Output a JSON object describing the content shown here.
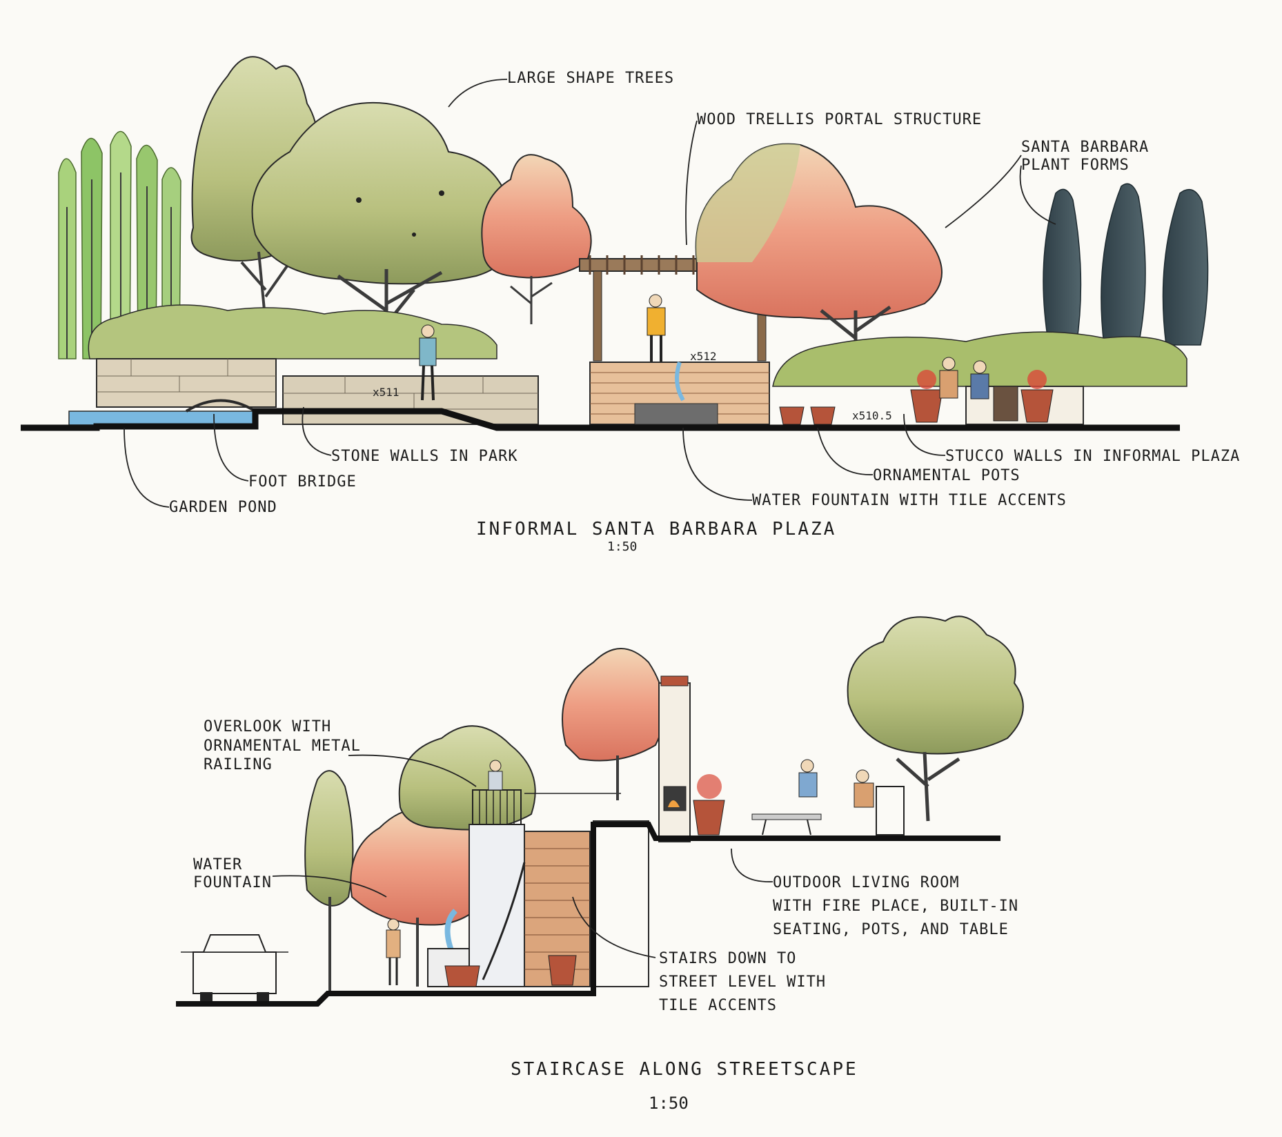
{
  "plaza": {
    "title": "Informal Santa Barbara Plaza",
    "scale": "1:50",
    "elevations": {
      "upper": "x512",
      "lower": "x511",
      "plaza": "x510.5"
    },
    "labels": {
      "large_shade_trees": "Large Shape Trees",
      "wood_trellis": "Wood Trellis Portal Structure",
      "santa_barbara_plants_1": "Santa Barbara",
      "santa_barbara_plants_2": "Plant Forms",
      "stone_walls": "Stone Walls in Park",
      "foot_bridge": "Foot Bridge",
      "garden_pond": "Garden Pond",
      "stucco_walls": "Stucco Walls in Informal Plaza",
      "ornamental_pots": "Ornamental Pots",
      "water_fountain": "Water Fountain with Tile Accents"
    }
  },
  "staircase": {
    "title": "Staircase Along Streetscape",
    "scale": "1:50",
    "labels": {
      "overlook": "Overlook with Ornamental Metal Railing",
      "water_fountain_1": "Water",
      "water_fountain_2": "Fountain",
      "outdoor_room_1": "Outdoor Living Room",
      "outdoor_room_2": "with Fire Place, Built-in",
      "outdoor_room_3": "Seating, Pots, and Table",
      "stairs_1": "Stairs Down to",
      "stairs_2": "Street Level with",
      "stairs_3": "Tile Accents"
    }
  },
  "colors": {
    "ink": "#1c1c1c",
    "foliage_green": "#b9c17e",
    "foliage_dark": "#7f8f55",
    "autumn_red": "#e8917a",
    "cypress": "#3d4f57",
    "water": "#79b8e0",
    "tile": "#c98b5e",
    "stone": "#d9cfb8"
  }
}
